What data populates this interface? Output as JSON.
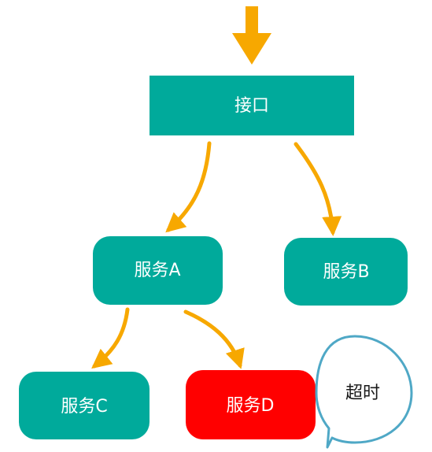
{
  "colors": {
    "node_fill": "#00AA9B",
    "alert_fill": "#FF0000",
    "arrow": "#F7A800",
    "bubble_stroke": "#4FA8C6"
  },
  "nodes": {
    "interface": "接口",
    "service_a": "服务A",
    "service_b": "服务B",
    "service_c": "服务C",
    "service_d": "服务D"
  },
  "callout": {
    "text": "超时"
  }
}
